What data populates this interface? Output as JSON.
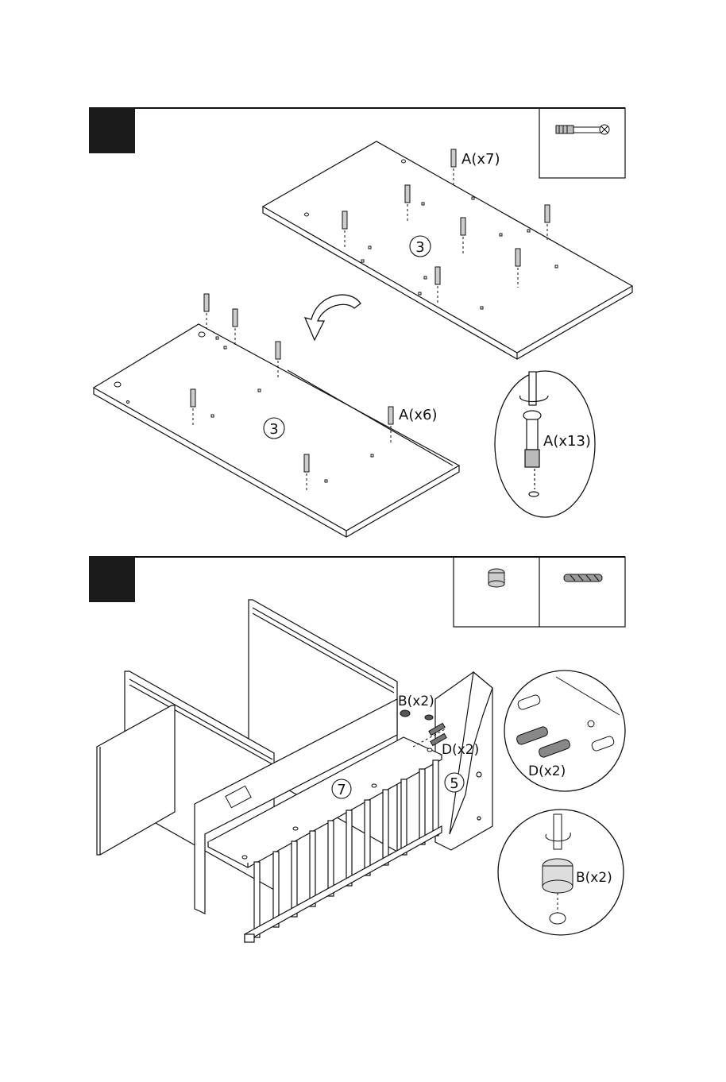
{
  "step1": {
    "hardware_box": {
      "icon": "cam-bolt-icon"
    },
    "top_panel": {
      "part_number": "3",
      "callout": "A(x7)"
    },
    "bottom_panel": {
      "part_number": "3",
      "callout": "A(x6)"
    },
    "flip_arrow": {
      "icon": "flip-arrow-icon"
    },
    "detail": {
      "callout": "A(x13)",
      "icon": "screwdriver-icon"
    }
  },
  "step2": {
    "hardware_box_1": {
      "icon": "cam-lock-icon"
    },
    "hardware_box_2": {
      "icon": "wood-dowel-icon"
    },
    "callout_b": "B(x2)",
    "callout_d": "D(x2)",
    "part_7": "7",
    "part_5": "5",
    "detail_dowel": {
      "callout": "D(x2)"
    },
    "detail_cam": {
      "callout": "B(x2)"
    }
  },
  "colors": {
    "step_block": "#1b1b1b",
    "line": "#111111",
    "background": "#ffffff"
  }
}
